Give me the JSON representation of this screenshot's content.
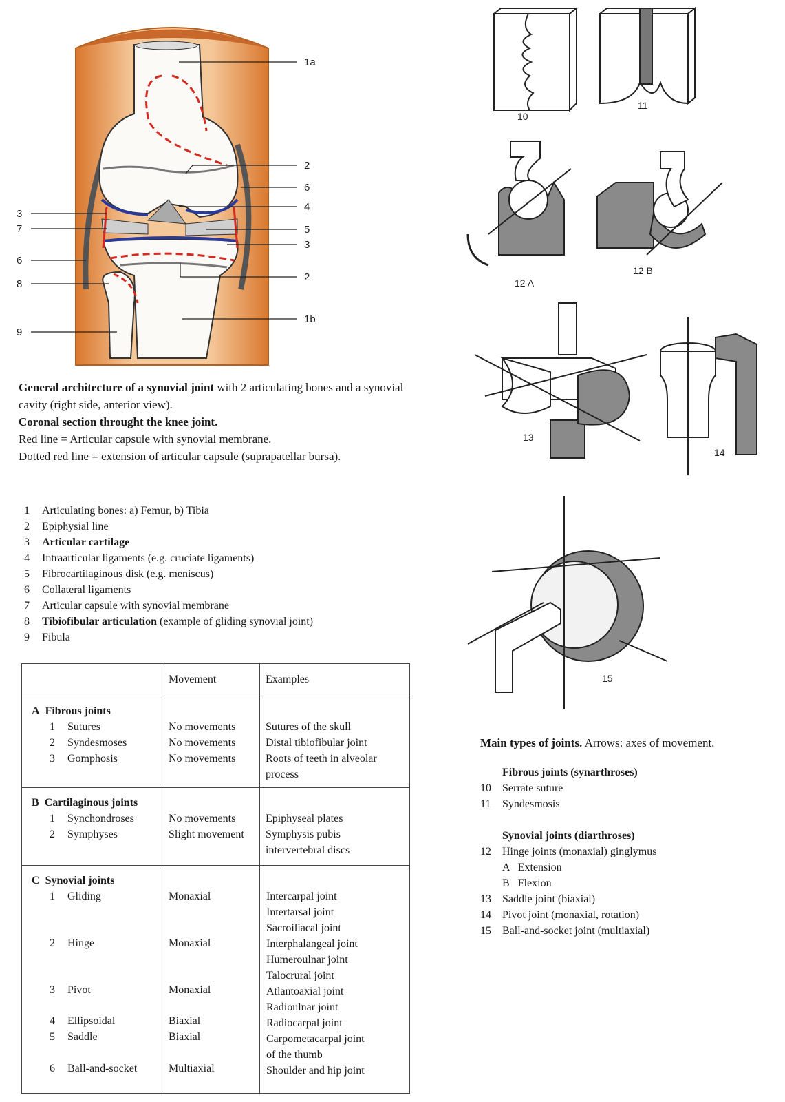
{
  "knee_labels": {
    "l1a": "1a",
    "l2a": "2",
    "l6r": "6",
    "l4": "4",
    "l5": "5",
    "l3r": "3",
    "l2b": "2",
    "l1b": "1b",
    "l3l": "3",
    "l7": "7",
    "l6l": "6",
    "l8": "8",
    "l9": "9"
  },
  "caption": {
    "line1_bold": "General architecture of a synovial joint",
    "line1_rest": " with 2 articulating bones and a synovial cavity (right side, anterior view).",
    "line2_bold": "Coronal section throught the knee joint.",
    "line3": "Red line = Articular capsule with synovial membrane.",
    "line4": "Dotted red line = extension of articular capsule (suprapatellar bursa)."
  },
  "legend": [
    {
      "n": "1",
      "text": "Articulating bones: a) Femur, b) Tibia"
    },
    {
      "n": "2",
      "text": "Epiphysial line"
    },
    {
      "n": "3",
      "bold": "Articular cartilage"
    },
    {
      "n": "4",
      "text": "Intraarticular ligaments (e.g. cruciate ligaments)"
    },
    {
      "n": "5",
      "text": "Fibrocartilaginous disk (e.g. meniscus)"
    },
    {
      "n": "6",
      "text": "Collateral ligaments"
    },
    {
      "n": "7",
      "text": "Articular capsule with synovial membrane"
    },
    {
      "n": "8",
      "bold": "Tibiofibular articulation",
      "text": " (example of gliding synovial joint)"
    },
    {
      "n": "9",
      "text": "Fibula"
    }
  ],
  "table": {
    "col_movement": "Movement",
    "col_examples": "Examples",
    "A": {
      "letter": "A",
      "title": "Fibrous joints",
      "items": [
        {
          "n": "1",
          "name": "Sutures"
        },
        {
          "n": "2",
          "name": "Syndesmoses"
        },
        {
          "n": "3",
          "name": "Gomphosis"
        }
      ],
      "movement": [
        "No movements",
        "No movements",
        "No movements"
      ],
      "examples": [
        "Sutures of the skull",
        "Distal tibiofibular joint",
        "Roots of teeth in alveolar",
        "process"
      ]
    },
    "B": {
      "letter": "B",
      "title": "Cartilaginous joints",
      "items": [
        {
          "n": "1",
          "name": "Synchondroses"
        },
        {
          "n": "2",
          "name": "Symphyses"
        }
      ],
      "movement": [
        "No movements",
        "Slight movement"
      ],
      "examples": [
        "Epiphyseal plates",
        "Symphysis pubis",
        "intervertebral discs"
      ]
    },
    "C": {
      "letter": "C",
      "title": "Synovial joints",
      "items": [
        {
          "n": "1",
          "name": "Gliding",
          "movement": "Monaxial"
        },
        {
          "n": "2",
          "name": "Hinge",
          "movement": "Monaxial"
        },
        {
          "n": "3",
          "name": "Pivot",
          "movement": "Monaxial"
        },
        {
          "n": "4",
          "name": "Ellipsoidal",
          "movement": "Biaxial"
        },
        {
          "n": "5",
          "name": "Saddle",
          "movement": "Biaxial"
        },
        {
          "n": "6",
          "name": "Ball-and-socket",
          "movement": "Multiaxial"
        }
      ],
      "examples": [
        "Intercarpal joint",
        "Intertarsal joint",
        "Sacroiliacal joint",
        "Interphalangeal joint",
        "Humeroulnar joint",
        "Talocrural joint",
        "Atlantoaxial joint",
        "Radioulnar joint",
        "Radiocarpal joint",
        "Carpometacarpal joint",
        "of the thumb",
        "Shoulder and hip joint"
      ]
    }
  },
  "fig_labels": {
    "f10": "10",
    "f11": "11",
    "f12a": "12 A",
    "f12b": "12 B",
    "f13": "13",
    "f14": "14",
    "f15": "15"
  },
  "types": {
    "title_bold": "Main types of joints.",
    "title_rest": " Arrows: axes of movement.",
    "fibrous_head": "Fibrous joints (synarthroses)",
    "fibrous": [
      {
        "n": "10",
        "text": "Serrate suture"
      },
      {
        "n": "11",
        "text": "Syndesmosis"
      }
    ],
    "synovial_head": "Synovial joints (diarthroses)",
    "synovial": [
      {
        "n": "12",
        "text": "Hinge joints (monaxial) ginglymus"
      },
      {
        "n": "",
        "text": "A   Extension"
      },
      {
        "n": "",
        "text": "B   Flexion"
      },
      {
        "n": "13",
        "text": "Saddle joint (biaxial)"
      },
      {
        "n": "14",
        "text": "Pivot joint (monaxial, rotation)"
      },
      {
        "n": "15",
        "text": "Ball-and-socket joint (multiaxial)"
      }
    ]
  },
  "colors": {
    "skin": "#e8a060",
    "capsule": "#d42a20",
    "cartilage": "#2a3a9a",
    "gray": "#8a8a8a"
  }
}
